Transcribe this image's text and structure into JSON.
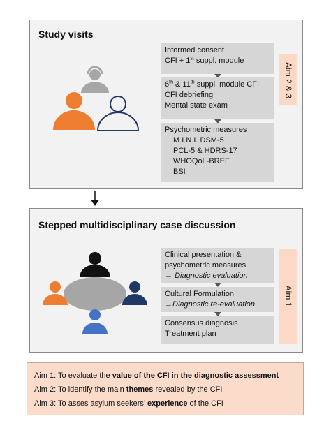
{
  "panel1": {
    "title": "Study visits",
    "box1": {
      "line1": "Informed consent",
      "line2_pre": "CFI + 1",
      "line2_sup": "st",
      "line2_post": " suppl. module"
    },
    "box2": {
      "line1_a": "6",
      "line1_sup1": "th",
      "line1_b": " & 11",
      "line1_sup2": "th",
      "line1_c": " suppl. module CFI",
      "line2": "CFI debriefing",
      "line3": "Mental state exam"
    },
    "box3": {
      "line1": "Psychometric measures",
      "items": [
        "M.I.N.I. DSM-5",
        "PCL-5 & HDRS-17",
        "WHOQoL-BREF",
        "BSI"
      ]
    },
    "aim_tag": "Aim 2 & 3"
  },
  "panel2": {
    "title": "Stepped multidisciplinary case discussion",
    "box1": {
      "line1": "Clinical presentation &",
      "line2": "psychometric measures",
      "line3": "Diagnostic evaluation"
    },
    "box2": {
      "line1": "Cultural Formulation",
      "line2": "Diagnostic re-evaluation"
    },
    "box3": {
      "line1": "Consensus diagnosis",
      "line2": "Treatment plan"
    },
    "aim_tag": "Aim 1"
  },
  "arrow_glyph": "→",
  "aims": {
    "aim1": {
      "pre": "Aim 1: To evaluate the ",
      "bold": "value of the CFI in the diagnostic assessment",
      "post": ""
    },
    "aim2": {
      "pre": "Aim 2: To identify the main ",
      "bold": "themes",
      "post": " revealed by the CFI"
    },
    "aim3": {
      "pre": "Aim 3: To asses asylum seekers’ ",
      "bold": "experience",
      "post": " of the CFI"
    }
  },
  "colors": {
    "orange": "#ed7d31",
    "navy": "#1f3864",
    "blue": "#4472c4",
    "gray": "#a6a6a6",
    "black": "#111111",
    "peach": "#fbd9c6"
  }
}
